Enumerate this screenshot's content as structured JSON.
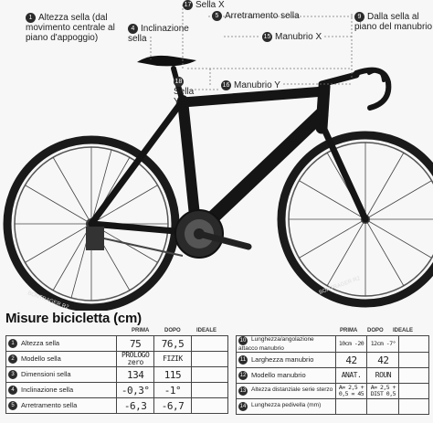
{
  "callouts": {
    "c1": {
      "num": "1",
      "text": "Altezza sella (dal movimento centrale al piano d'appoggio)"
    },
    "c17": {
      "num": "17",
      "text": "Sella X"
    },
    "c5": {
      "num": "5",
      "text": "Arretramento sella"
    },
    "c9": {
      "num": "9",
      "text": "Dalla sella al piano del manubrio"
    },
    "c4": {
      "num": "4",
      "text": "Inclinazione sella"
    },
    "c15": {
      "num": "15",
      "text": "Manubrio X"
    },
    "c18": {
      "num": "18",
      "text": "Sella Y"
    },
    "c16": {
      "num": "16",
      "text": "Manubrio Y"
    }
  },
  "tire_brand": "BONTRAGER R2",
  "table": {
    "title": "Misure bicicletta (cm)",
    "headers": {
      "before": "PRIMA",
      "after": "DOPO",
      "ideal": "IDEALE"
    },
    "left_rows": [
      {
        "num": "1",
        "label": "Altezza sella",
        "before": "75",
        "after": "76,5",
        "ideal": ""
      },
      {
        "num": "2",
        "label": "Modello sella",
        "before": "PROLOGO zero",
        "after": "FIZIK",
        "ideal": ""
      },
      {
        "num": "3",
        "label": "Dimensioni sella",
        "before": "134",
        "after": "115",
        "ideal": ""
      },
      {
        "num": "4",
        "label": "Inclinazione sella",
        "before": "-0,3°",
        "after": "-1°",
        "ideal": ""
      },
      {
        "num": "5",
        "label": "Arretramento sella",
        "before": "-6,3",
        "after": "-6,7",
        "ideal": ""
      }
    ],
    "right_rows": [
      {
        "num": "10",
        "label": "Lunghezza/angolazione attacco manubrio",
        "before": "10cm -20",
        "after": "12cm -7°",
        "ideal": ""
      },
      {
        "num": "11",
        "label": "Larghezza manubrio",
        "before": "42",
        "after": "42",
        "ideal": ""
      },
      {
        "num": "12",
        "label": "Modello manubrio",
        "before": "ANAT.",
        "after": "ROUN",
        "ideal": ""
      },
      {
        "num": "13",
        "label": "Altezza distanziale serie sterzo",
        "before": "A= 2,5 + 0,5 = 45",
        "after": "A= 2,5 + DIST 0,5",
        "ideal": ""
      },
      {
        "num": "14",
        "label": "Lunghezza pedivella (mm)",
        "before": "",
        "after": "",
        "ideal": ""
      }
    ]
  }
}
